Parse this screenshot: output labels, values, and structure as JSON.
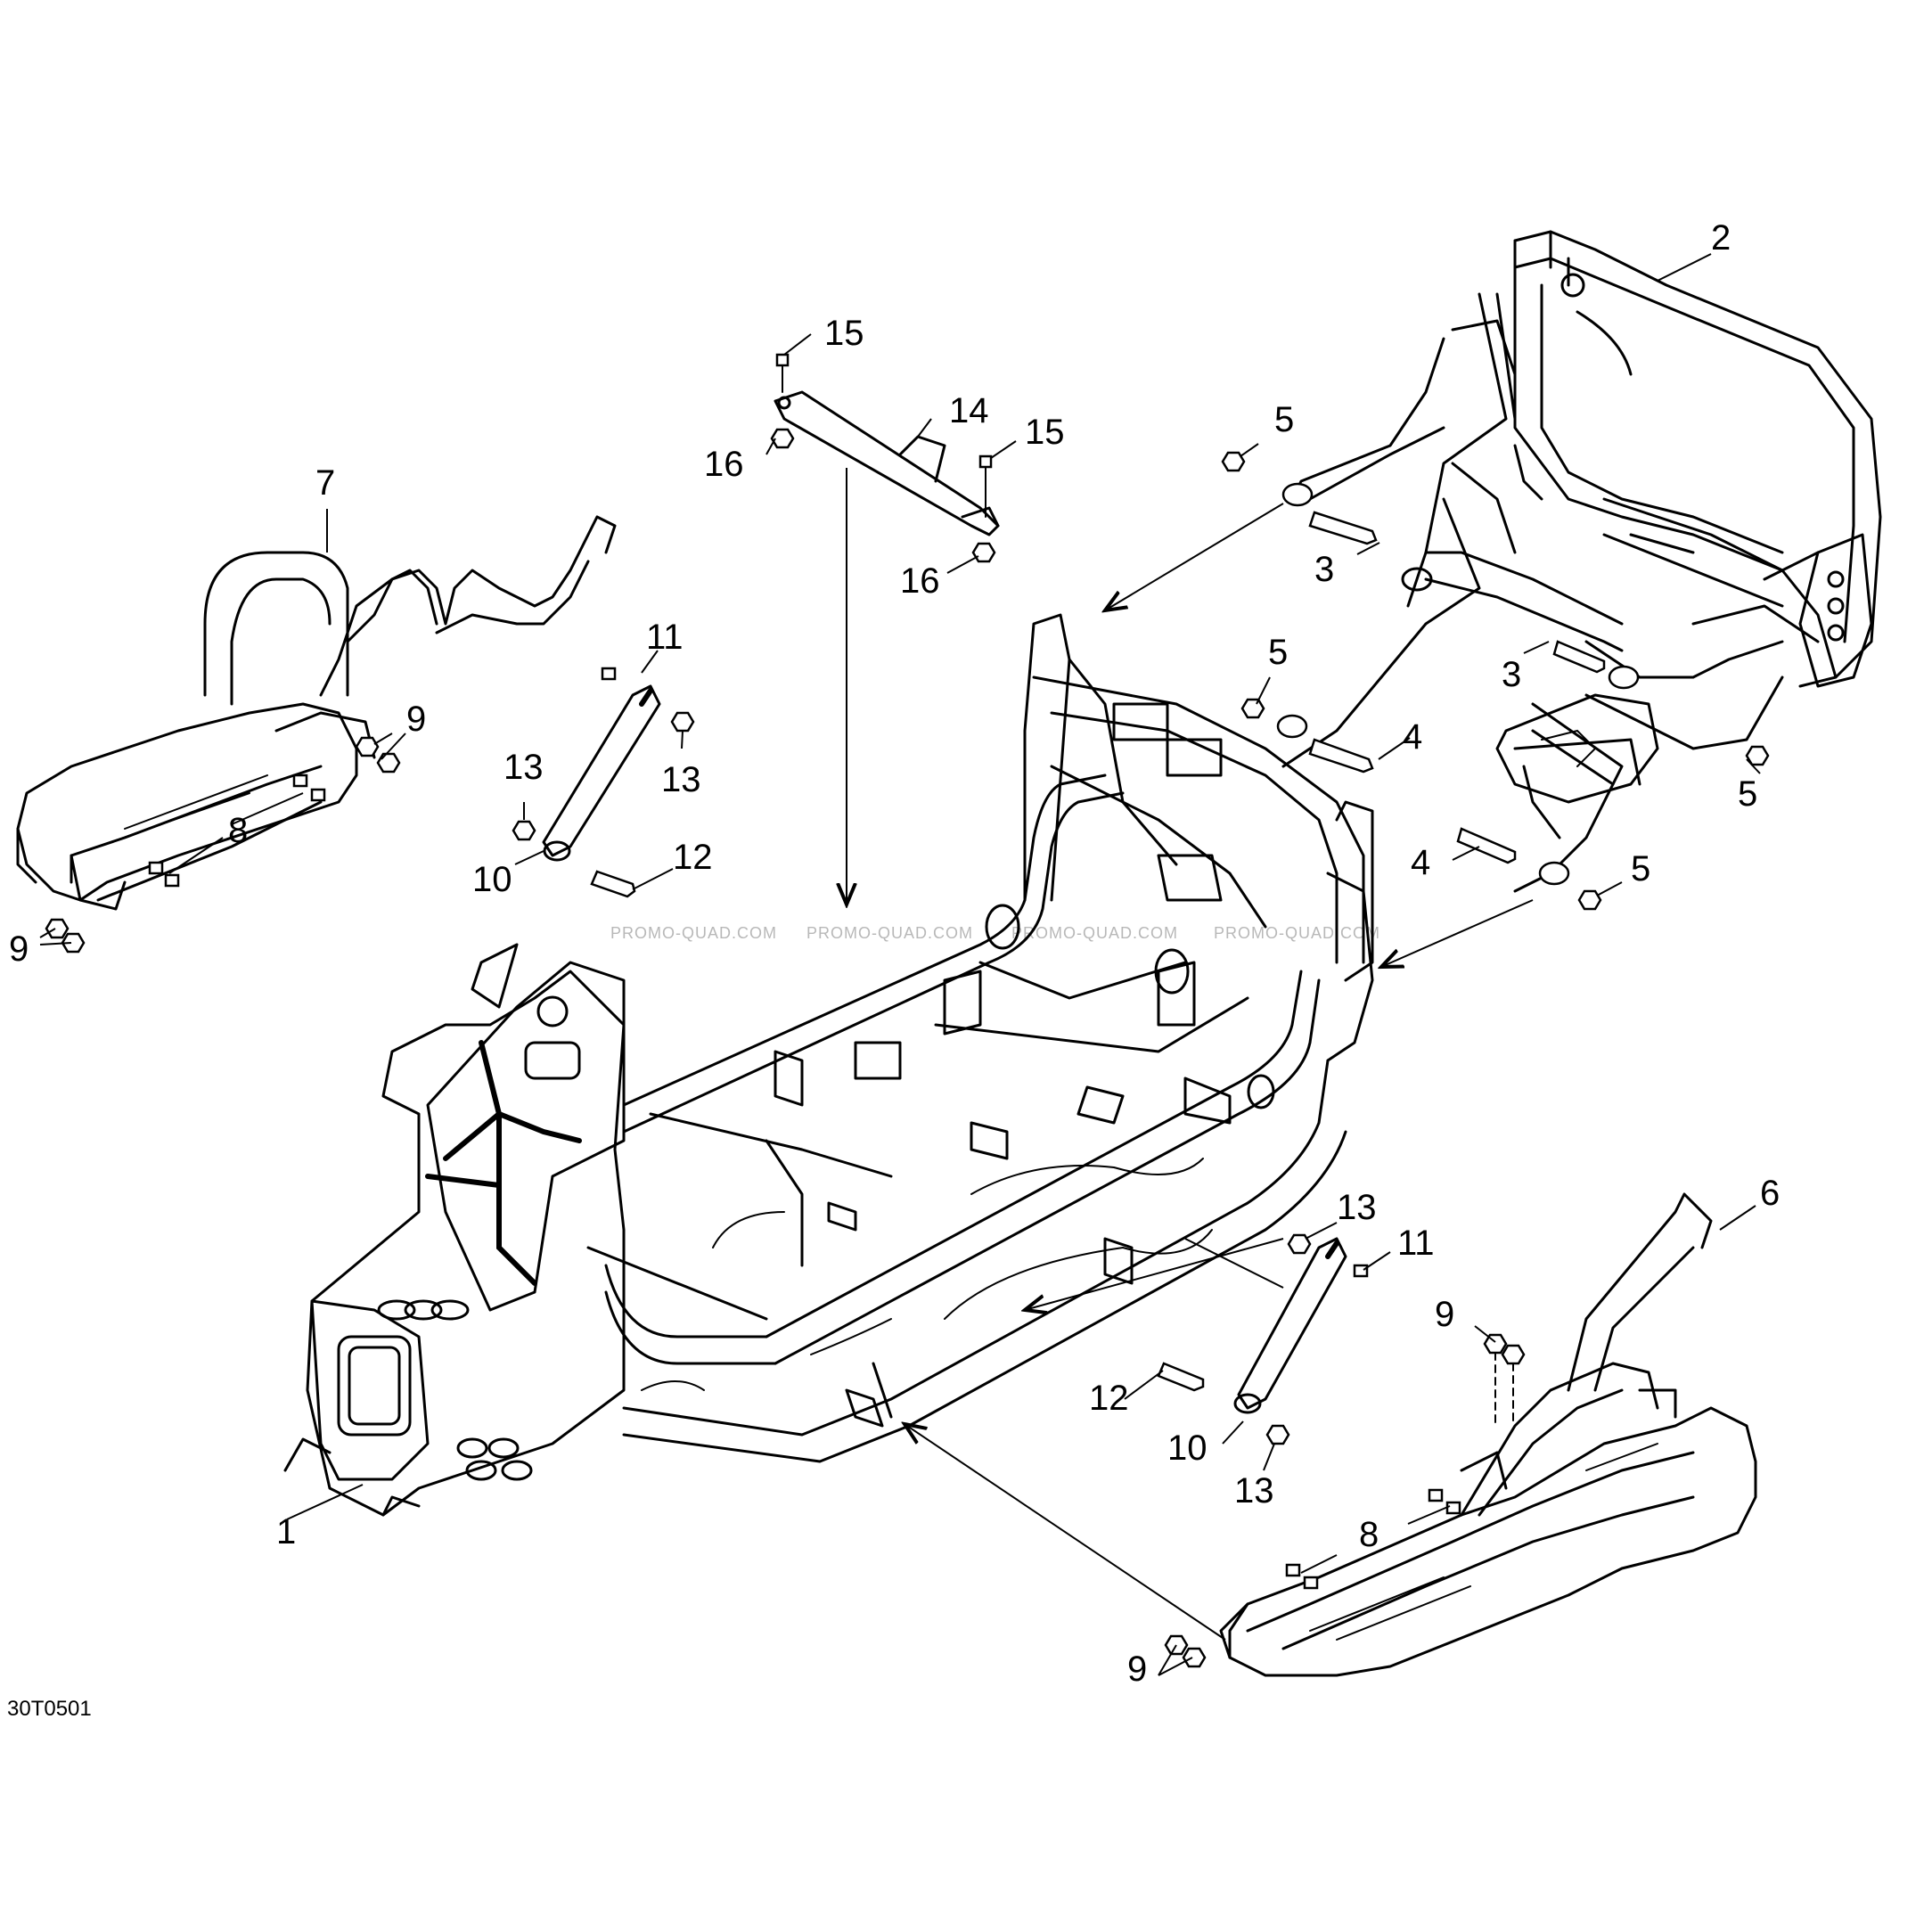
{
  "figure_code": "30T0501",
  "watermark_text": "PROMO-QUAD.COM",
  "callouts": [
    {
      "id": "1",
      "label": "1"
    },
    {
      "id": "2",
      "label": "2"
    },
    {
      "id": "3a",
      "label": "3"
    },
    {
      "id": "3b",
      "label": "3"
    },
    {
      "id": "4a",
      "label": "4"
    },
    {
      "id": "4b",
      "label": "4"
    },
    {
      "id": "5a",
      "label": "5"
    },
    {
      "id": "5b",
      "label": "5"
    },
    {
      "id": "5c",
      "label": "5"
    },
    {
      "id": "5d",
      "label": "5"
    },
    {
      "id": "6",
      "label": "6"
    },
    {
      "id": "7",
      "label": "7"
    },
    {
      "id": "8a",
      "label": "8"
    },
    {
      "id": "8b",
      "label": "8"
    },
    {
      "id": "9a",
      "label": "9"
    },
    {
      "id": "9b",
      "label": "9"
    },
    {
      "id": "9c",
      "label": "9"
    },
    {
      "id": "9d",
      "label": "9"
    },
    {
      "id": "10a",
      "label": "10"
    },
    {
      "id": "10b",
      "label": "10"
    },
    {
      "id": "11a",
      "label": "11"
    },
    {
      "id": "11b",
      "label": "11"
    },
    {
      "id": "12a",
      "label": "12"
    },
    {
      "id": "12b",
      "label": "12"
    },
    {
      "id": "13a",
      "label": "13"
    },
    {
      "id": "13b",
      "label": "13"
    },
    {
      "id": "13c",
      "label": "13"
    },
    {
      "id": "13d",
      "label": "13"
    },
    {
      "id": "14",
      "label": "14"
    },
    {
      "id": "15a",
      "label": "15"
    },
    {
      "id": "15b",
      "label": "15"
    },
    {
      "id": "16a",
      "label": "16"
    },
    {
      "id": "16b",
      "label": "16"
    }
  ]
}
